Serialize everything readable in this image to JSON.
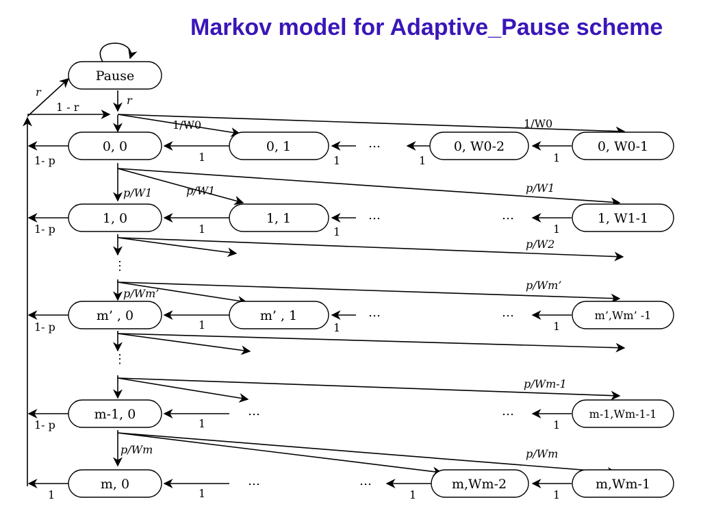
{
  "title": "Markov model for Adaptive_Pause scheme",
  "nodes": {
    "pause": "Pause",
    "n00": "0, 0",
    "n01": "0, 1",
    "n0w2": "0, W0-2",
    "n0w1": "0, W0-1",
    "n10": "1, 0",
    "n11": "1, 1",
    "n1w1": "1, W1-1",
    "nm0": "m’ , 0",
    "nm1": "m’ , 1",
    "nmw1": "m’,Wm’ -1",
    "nmm10": "m-1, 0",
    "nmm1w1": "m-1,Wm-1-1",
    "nmf0": "m, 0",
    "nmfw2": "m,Wm-2",
    "nmfw1": "m,Wm-1"
  },
  "labels": {
    "r": "r",
    "one_minus_r": "1 - r",
    "one_minus_p": "1- p",
    "one": "1",
    "dots": "…",
    "vdots": "⋮",
    "inv_w0": "1/W0",
    "p_w1": "p/W1",
    "p_w2": "p/W2",
    "p_wmp": "p/Wm’",
    "p_wmm1": "p/Wm-1",
    "p_wm": "p/Wm"
  }
}
